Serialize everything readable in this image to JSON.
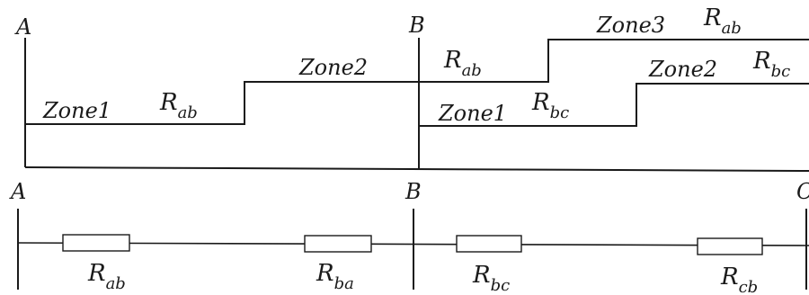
{
  "buses": {
    "top_a": "A",
    "top_b": "B",
    "bottom_a": "A",
    "bottom_b": "B",
    "bottom_c": "C"
  },
  "zones_from_a": {
    "zone1": {
      "label": "Zone1",
      "relay": "R",
      "relay_sub": "ab"
    },
    "zone2": {
      "label": "Zone2"
    }
  },
  "zones_from_b": {
    "relay_top": {
      "relay": "R",
      "relay_sub": "ab"
    },
    "zone1": {
      "label": "Zone1",
      "relay": "R",
      "relay_sub": "bc"
    },
    "zone2": {
      "label": "Zone2",
      "relay": "R",
      "relay_sub": "bc"
    },
    "zone3": {
      "label": "Zone3",
      "relay": "R",
      "relay_sub": "ab"
    }
  },
  "relays": [
    {
      "main": "R",
      "sub": "ab"
    },
    {
      "main": "R",
      "sub": "ba"
    },
    {
      "main": "R",
      "sub": "bc"
    },
    {
      "main": "R",
      "sub": "cb"
    }
  ]
}
